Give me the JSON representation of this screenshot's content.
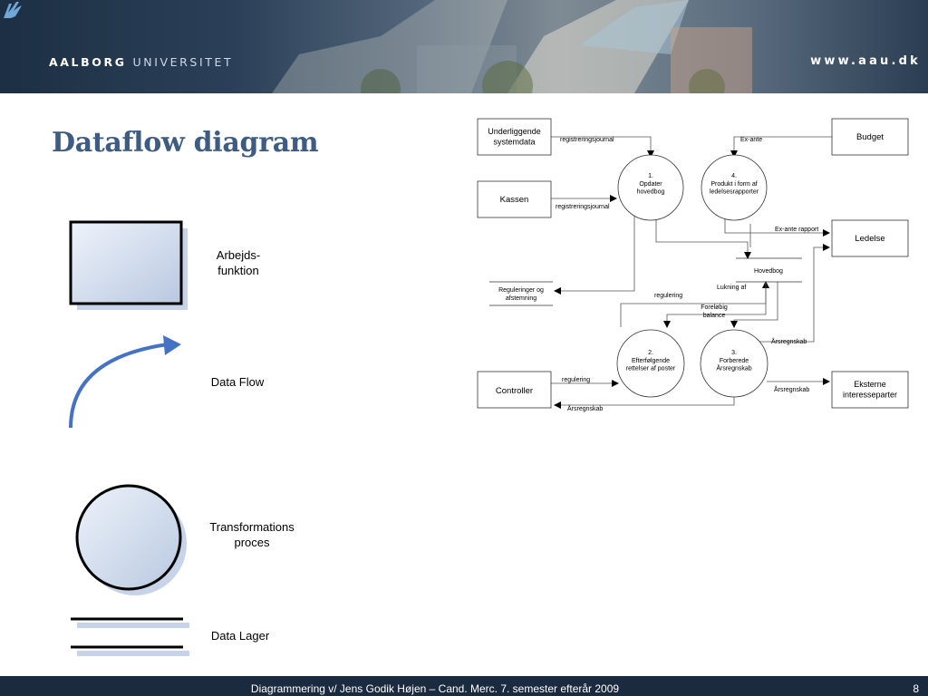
{
  "header": {
    "brand_bold": "AALBORG",
    "brand_light": "UNIVERSITET",
    "website": "www.aau.dk"
  },
  "title": "Dataflow diagram",
  "legend": {
    "entity_label": "Arbejds-\nfunktion",
    "flow_label": "Data Flow",
    "process_label": "Transformations\nproces",
    "store_label": "Data Lager"
  },
  "diagram": {
    "entities": {
      "underliggende": "Underliggende\nsystemdata",
      "kassen": "Kassen",
      "controller": "Controller",
      "budget": "Budget",
      "ledelse": "Ledelse",
      "eksterne": "Eksterne\ninteresseparter"
    },
    "processes": {
      "p1": "1.\nOpdater\nhovedbog",
      "p4": "4.\nProdukt i form af\nledelsesrapporter",
      "p2": "2.\nEfterfølgende\nrettelser af poster",
      "p3": "3.\nForberede\nÅrsregnskab"
    },
    "stores": {
      "hovedbog": "Hovedbog",
      "reguleringer": "Reguleringer og\nafstemning"
    },
    "flows": {
      "f_reg1": "registreringsjournal",
      "f_reg2": "registreringsjournal",
      "f_exante": "Ex-ante",
      "f_exante_rapport": "Ex-ante rapport",
      "f_lukning": "Lukning af",
      "f_regulering1": "regulering",
      "f_forelobig": "Foreløbig\nbalance",
      "f_aars1": "Årsregnskab",
      "f_regulering2": "regulering",
      "f_aars2": "Årsregnskab",
      "f_aars3": "Årsregnskab"
    }
  },
  "footer": {
    "text": "Diagrammering v/ Jens Godik Højen – Cand. Merc. 7. semester efterår 2009",
    "page": "8"
  }
}
